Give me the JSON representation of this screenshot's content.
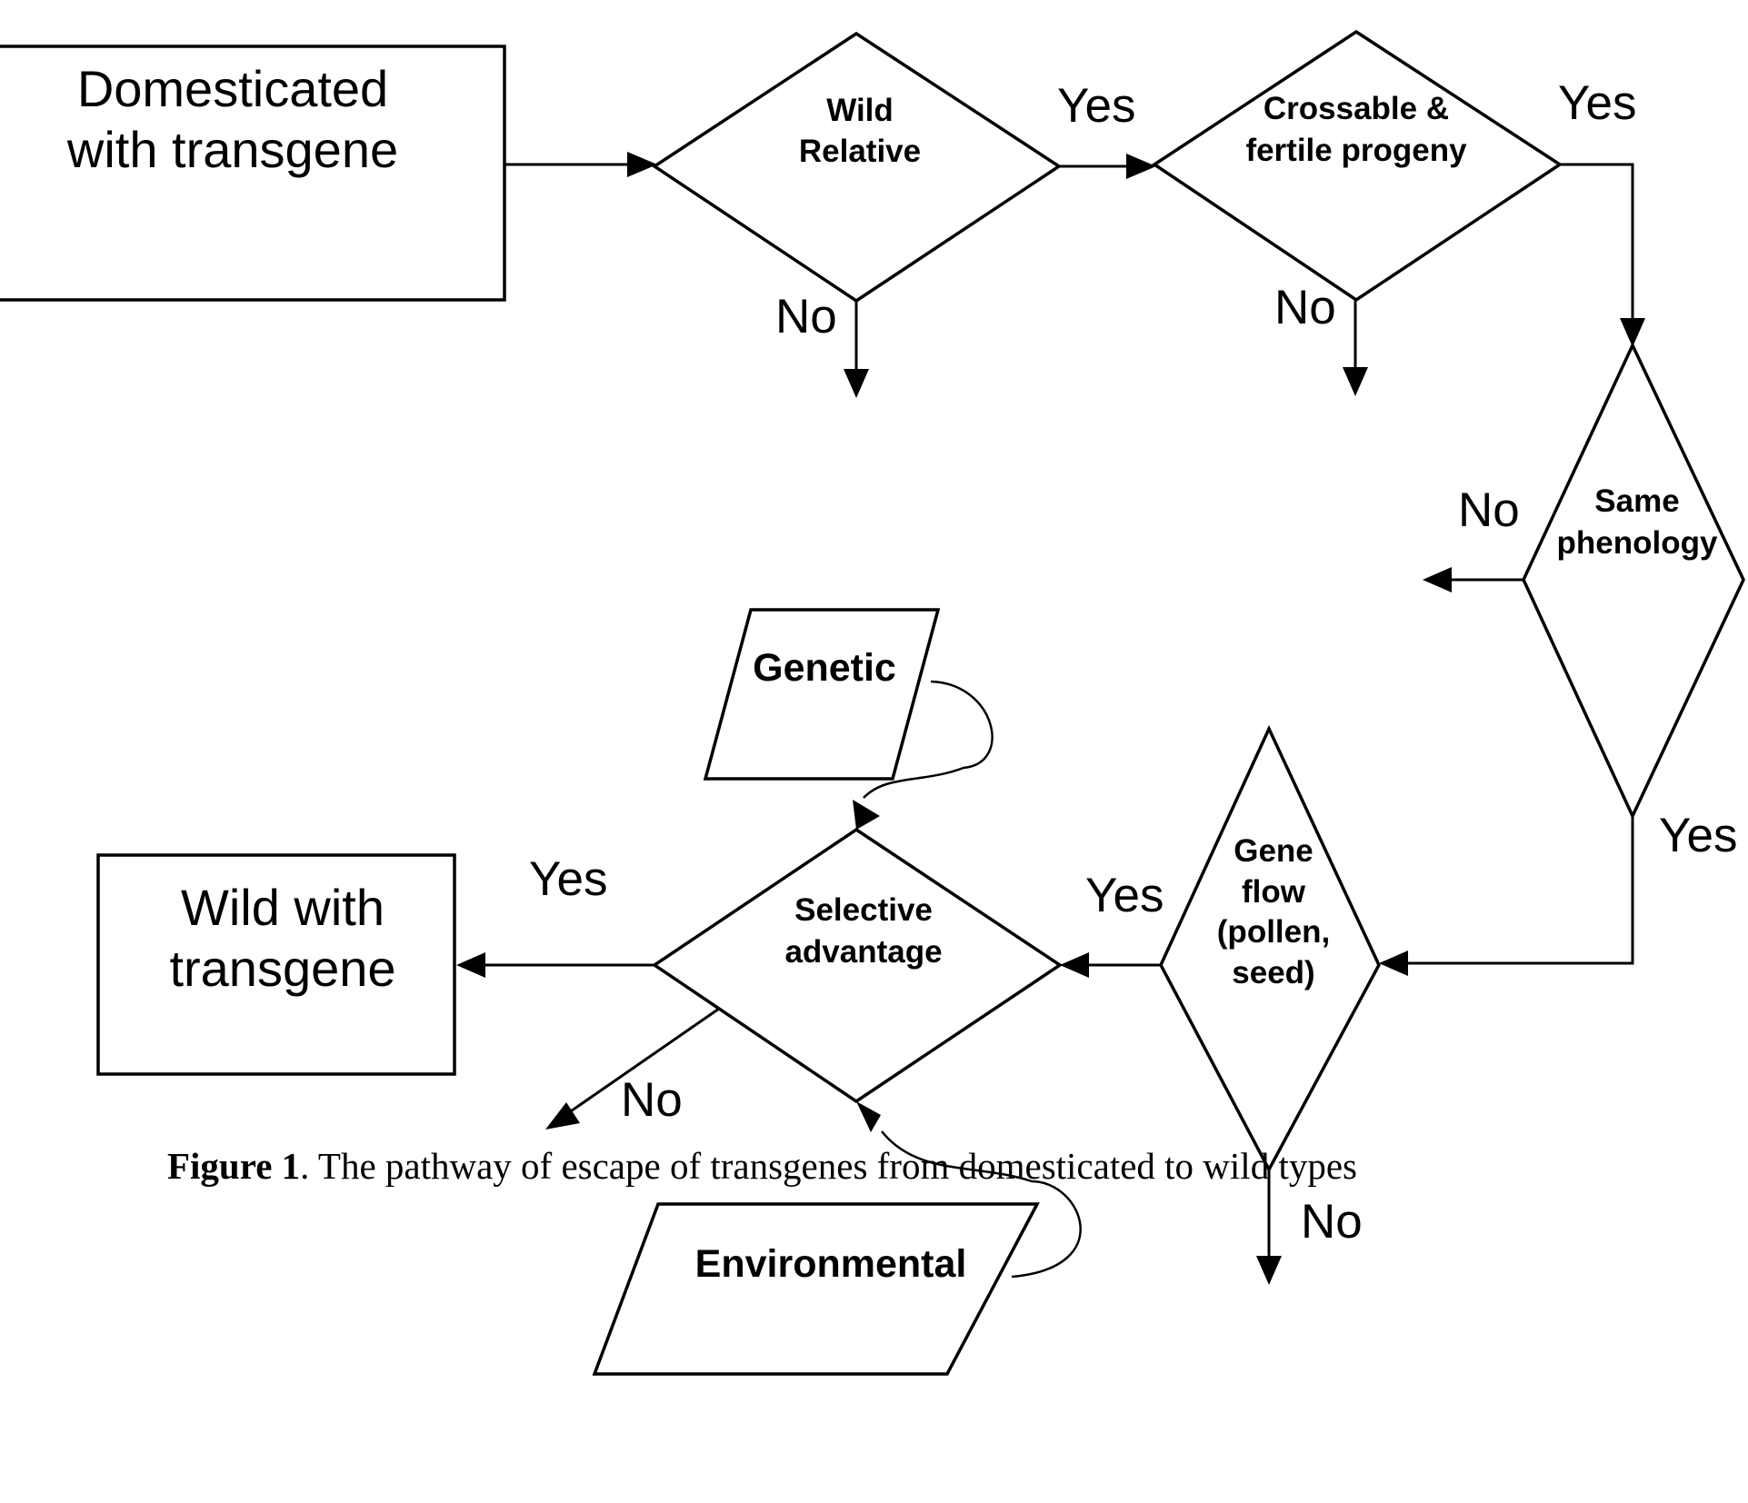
{
  "nodes": {
    "domesticated": {
      "lines": [
        "Domesticated",
        "with transgene"
      ]
    },
    "wild_relative": {
      "lines": [
        "Wild",
        "Relative"
      ]
    },
    "crossable": {
      "lines": [
        "Crossable &",
        "fertile progeny"
      ]
    },
    "phenology": {
      "lines": [
        "Same",
        "phenology"
      ]
    },
    "gene_flow": {
      "lines": [
        "Gene",
        "flow",
        "(pollen,",
        "seed)"
      ]
    },
    "selective": {
      "lines": [
        "Selective",
        "advantage"
      ]
    },
    "genetic": {
      "label": "Genetic"
    },
    "environmental": {
      "label": "Environmental"
    },
    "wild_with": {
      "lines": [
        "Wild with",
        "transgene"
      ]
    }
  },
  "edge_labels": {
    "yes": "Yes",
    "no": "No"
  },
  "caption": {
    "label": "Figure 1",
    "text": ".  The pathway of escape of transgenes from domesticated to wild types"
  }
}
